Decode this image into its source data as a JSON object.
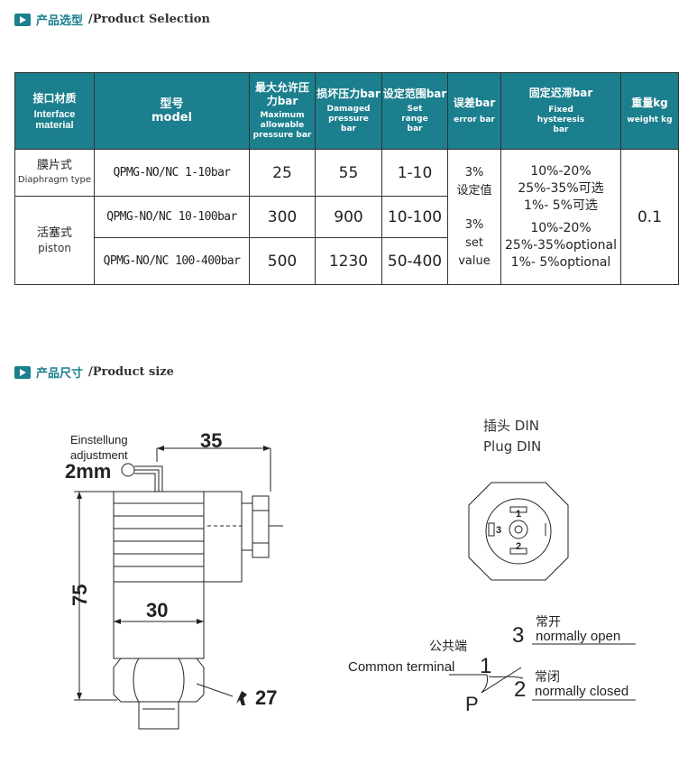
{
  "selection": {
    "title_cn": "产品选型",
    "title_en": "/Product Selection"
  },
  "table": {
    "headers": {
      "material_cn": "接口材质",
      "material_en": "Interface material",
      "model_cn": "型号",
      "model_en": "model",
      "max_cn": "最大允许压力bar",
      "max_en": "Maximum allowable pressure bar",
      "damage_cn": "损坏压力bar",
      "damage_en": "Damaged pressure bar",
      "range_cn": "设定范围bar",
      "range_en": "Set range bar",
      "error_cn": "误差bar",
      "error_en": "error bar",
      "hyst_cn": "固定迟滞bar",
      "hyst_en": "Fixed hysteresis bar",
      "weight_cn": "重量kg",
      "weight_en": "weight kg"
    },
    "rows": [
      {
        "model": "QPMG-NO/NC 1-10bar",
        "max": "25",
        "damage": "55",
        "range": "1-10"
      },
      {
        "model": "QPMG-NO/NC 10-100bar",
        "max": "300",
        "damage": "900",
        "range": "10-100"
      },
      {
        "model": "QPMG-NO/NC 100-400bar",
        "max": "500",
        "damage": "1230",
        "range": "50-400"
      }
    ],
    "mat_diaphragm_cn": "膜片式",
    "mat_diaphragm_en": "Diaphragm type",
    "mat_piston_cn": "活塞式",
    "mat_piston_en": "piston",
    "error": {
      "l1": "3%",
      "l2": "设定值",
      "l3": "3%",
      "l4": "set value"
    },
    "hyst": {
      "l1": "10%-20%",
      "l2": "25%-35%可选",
      "l3": "1%- 5%可选",
      "l4": "10%-20%",
      "l5": "25%-35%optional",
      "l6": "1%- 5%optional"
    },
    "weight": "0.1"
  },
  "size": {
    "title_cn": "产品尺寸",
    "title_en": "/Product size"
  },
  "drawing": {
    "adjust_l1": "Einstellung",
    "adjust_l2": "adjustment",
    "adjust_l3": "2mm",
    "dim_35": "35",
    "dim_75": "75",
    "dim_30": "30",
    "dim_27": "27",
    "plug_cn": "插头 DIN",
    "plug_en": "Plug DIN",
    "pin1": "1",
    "pin2": "2",
    "pin3": "3",
    "no_num": "3",
    "no_cn": "常开",
    "no_en": "normally open",
    "com_cn": "公共端",
    "com_en": "Common terminal",
    "com_num": "1",
    "nc_num": "2",
    "nc_cn": "常闭",
    "nc_en": "normally closed",
    "p": "P"
  }
}
